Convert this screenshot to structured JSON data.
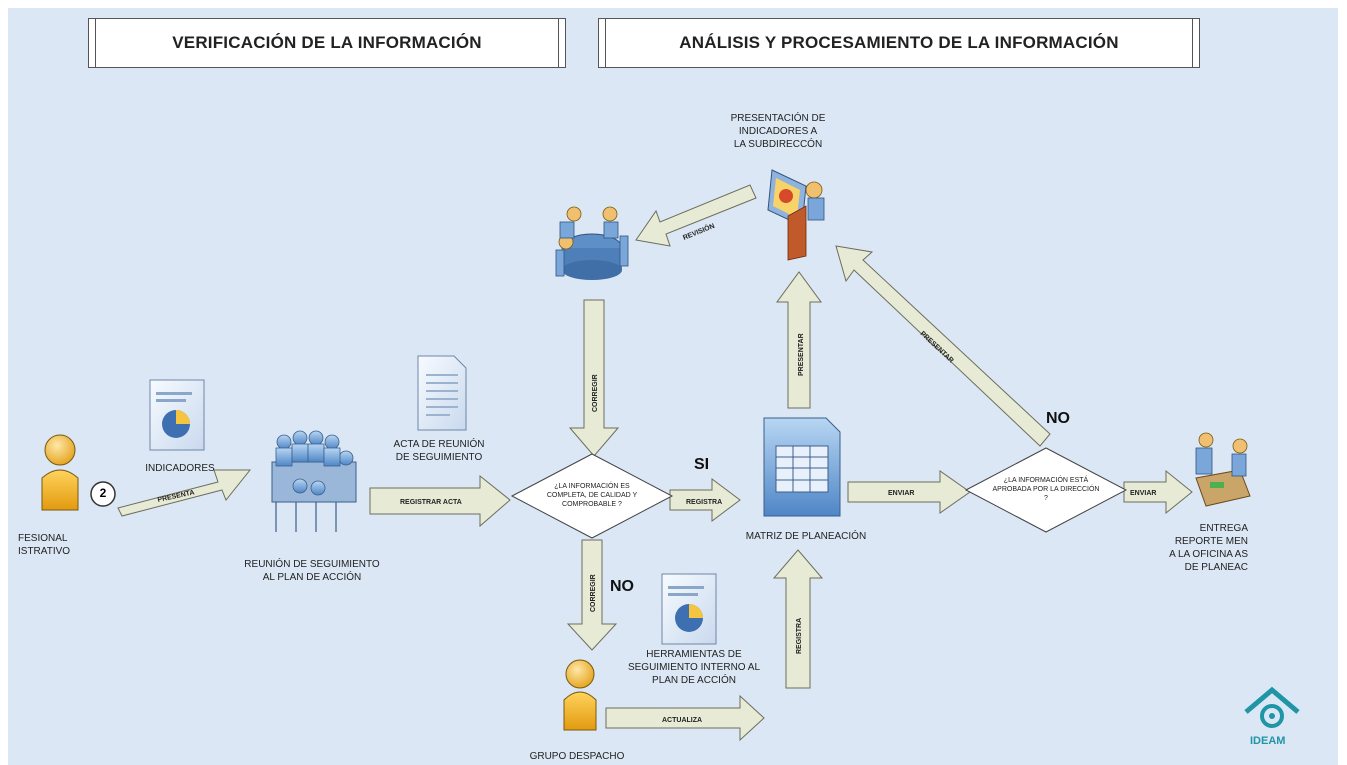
{
  "headers": {
    "verification": "VERIFICACIÓN DE LA INFORMACIÓN",
    "analysis": "ANÁLISIS Y PROCESAMIENTO DE LA INFORMACIÓN"
  },
  "nodes": {
    "profesional": "FESIONAL\nISTRATIVO",
    "indicadores": "INDICADORES",
    "step_number": "2",
    "reunion": "REUNIÓN DE SEGUIMIENTO\nAL PLAN DE ACCIÓN",
    "acta": "ACTA DE REUNIÓN\nDE SEGUIMIENTO",
    "presentacion": "PRESENTACIÓN DE\nINDICADORES A\nLA SUBDIRECCÓN",
    "matriz": "MATRIZ DE PLANEACIÓN",
    "herramientas": "HERRAMIENTAS DE\nSEGUIMIENTO INTERNO AL\nPLAN DE ACCIÓN",
    "grupo": "GRUPO DESPACHO",
    "entrega": "ENTREGA\nREPORTE MEN\nA LA OFICINA AS\nDE PLANEAC"
  },
  "decisions": {
    "q1": "¿LA INFORMACIÓN ES\nCOMPLETA, DE CALIDAD Y\nCOMPROBABLE ?",
    "q2": "¿LA INFORMACIÓN ESTÁ\nAPROBADA POR LA DIRECCIÓN\n?"
  },
  "branches": {
    "si": "SI",
    "no_bottom": "NO",
    "no_top": "NO"
  },
  "arrows": {
    "presenta": "PRESENTA",
    "registrar_acta": "REGISTRAR ACTA",
    "registra_right": "REGISTRA",
    "enviar1": "ENVIAR",
    "enviar2": "ENVIAR",
    "presentar_up": "PRESENTAR",
    "presentar_diag": "PRESENTAR",
    "revision": "REVISIÓN",
    "corregir_top": "CORREGIR",
    "corregir_bottom": "CORREGIR",
    "actualiza": "ACTUALIZA",
    "registra_up": "REGISTRA"
  },
  "logo": {
    "text": "IDEAM"
  },
  "colors": {
    "background": "#dbe7f5",
    "arrow_fill": "#e7ebd6",
    "logo": "#1f95a6"
  }
}
